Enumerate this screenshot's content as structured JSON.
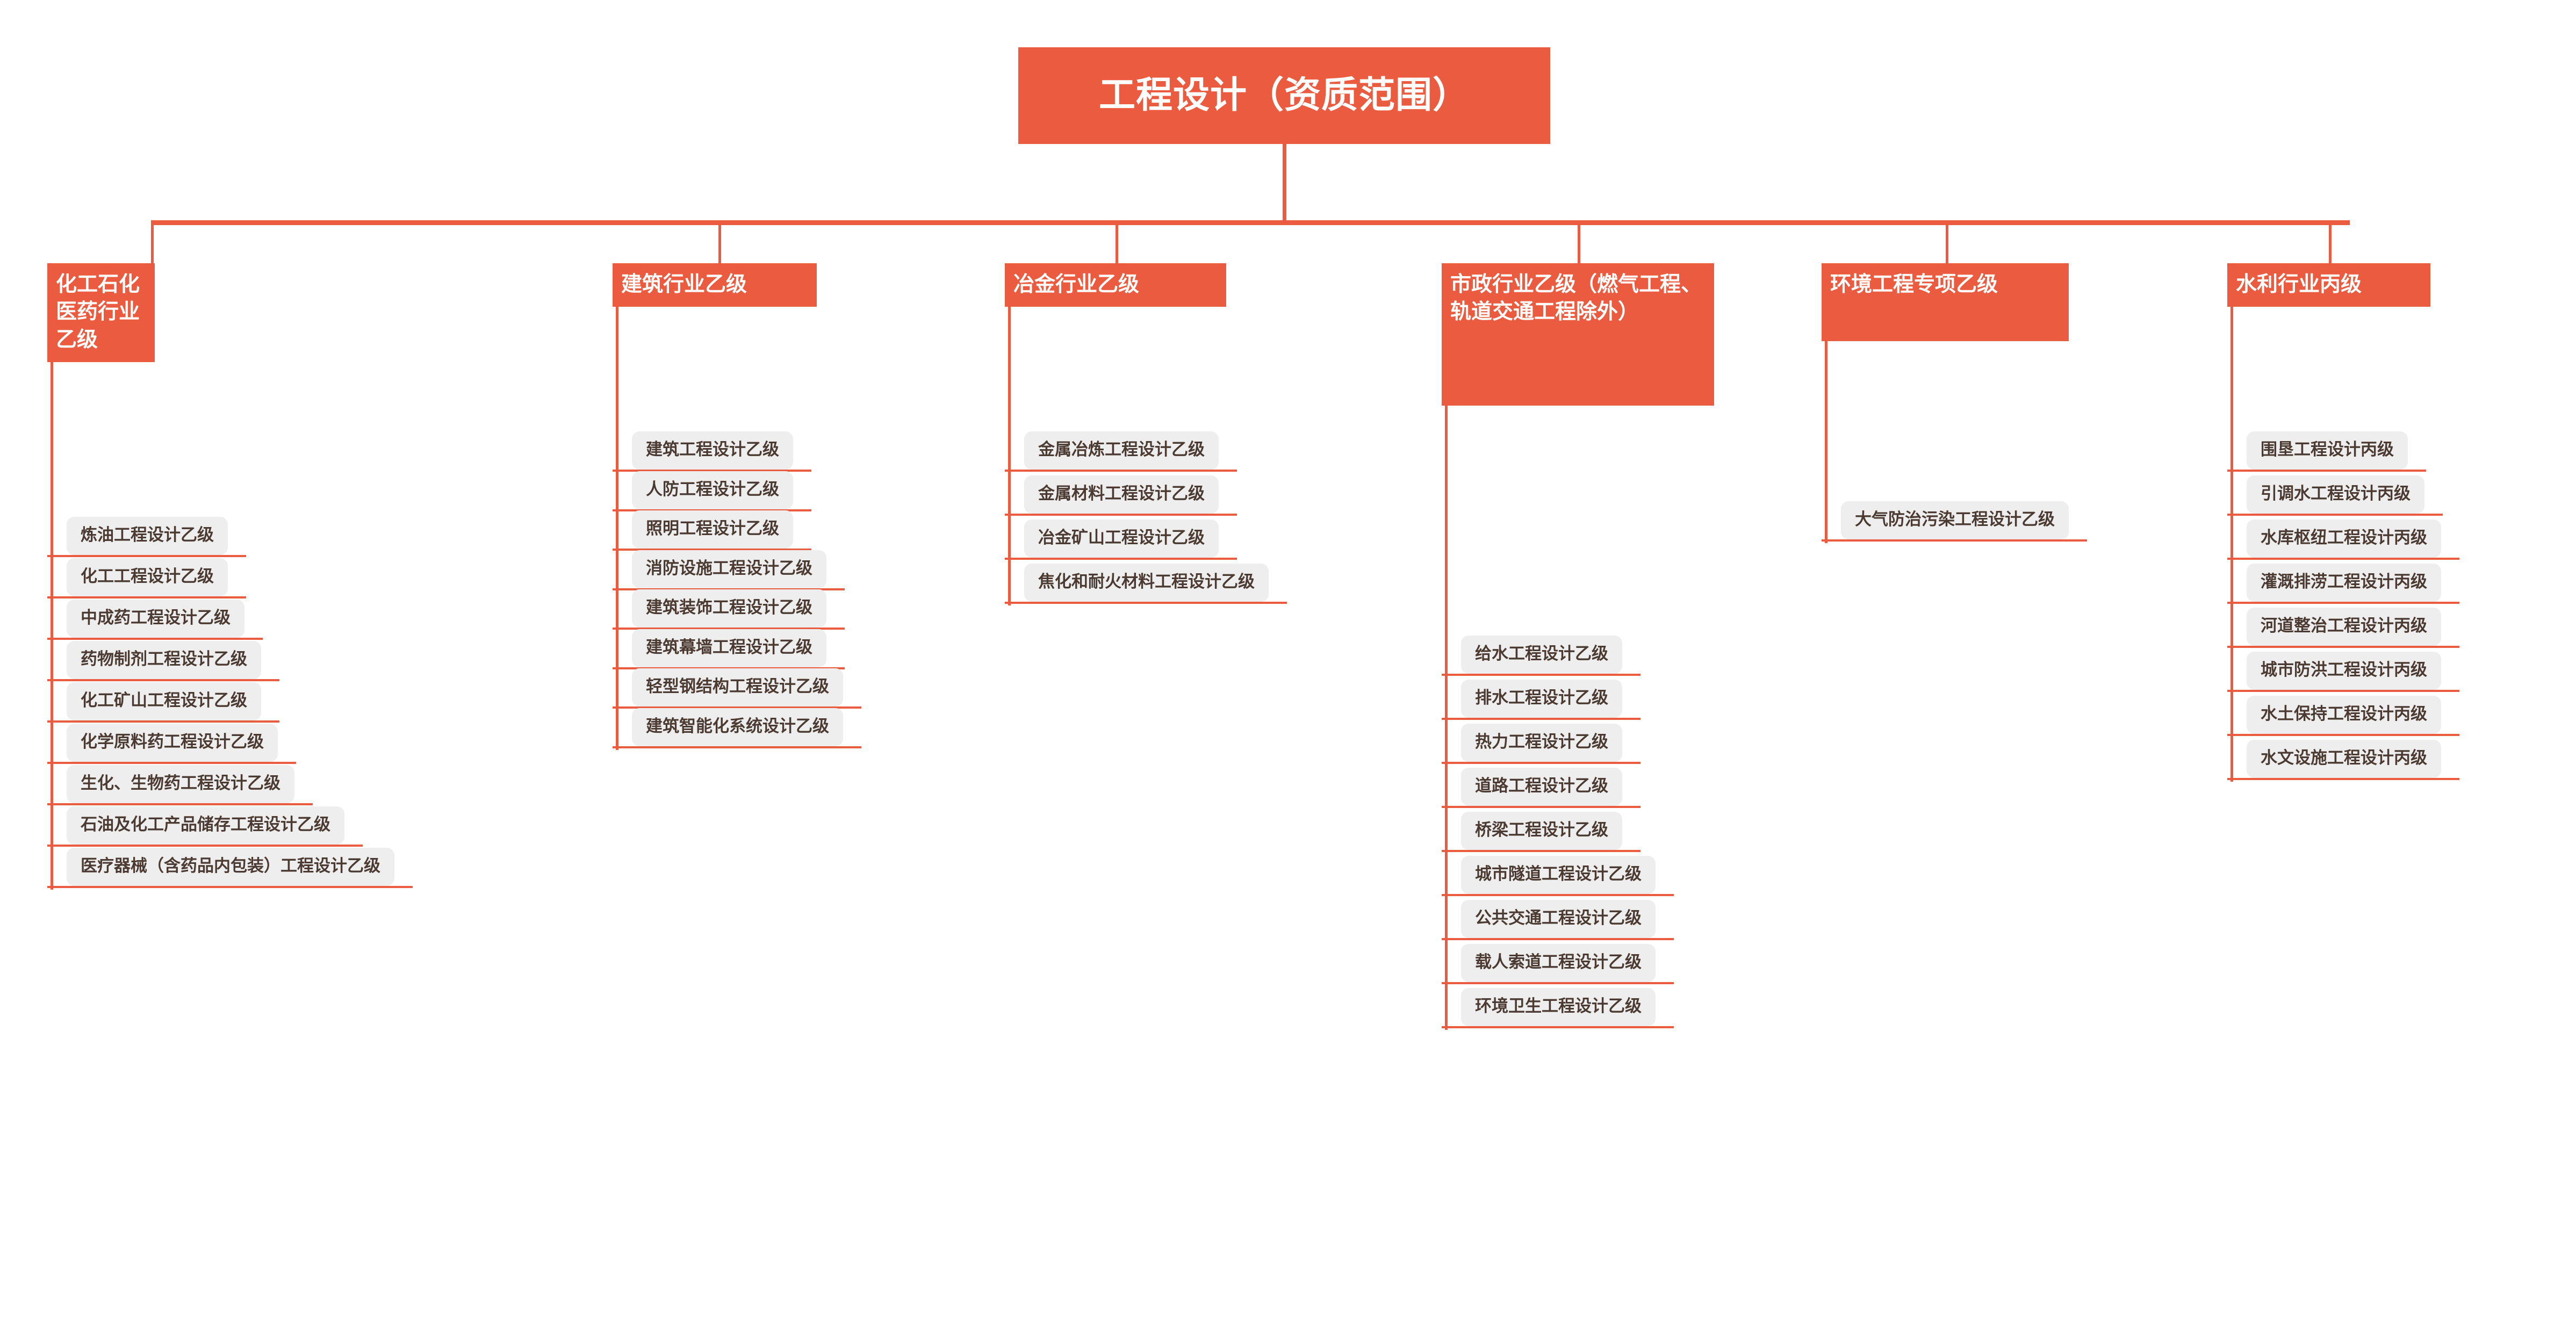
{
  "theme": {
    "accent": "#EA5B3F",
    "pill_background": "#EFEEEE",
    "pill_text": "#4B3A31",
    "header_text": "#FFFFFF",
    "page_background": "#FFFFFF"
  },
  "diagram": {
    "type": "org-chart",
    "root": {
      "label": "工程设计（资质范围）"
    },
    "branch_count": 6,
    "branches": [
      {
        "id": "chemical-petro-pharma",
        "label": "化工石化医药行业乙级",
        "items": [
          "炼油工程设计乙级",
          "化工工程设计乙级",
          "中成药工程设计乙级",
          "药物制剂工程设计乙级",
          "化工矿山工程设计乙级",
          "化学原料药工程设计乙级",
          "生化、生物药工程设计乙级",
          "石油及化工产品储存工程设计乙级",
          "医疗器械（含药品内包装）工程设计乙级"
        ]
      },
      {
        "id": "construction",
        "label": "建筑行业乙级",
        "items": [
          "建筑工程设计乙级",
          "人防工程设计乙级",
          "照明工程设计乙级",
          "消防设施工程设计乙级",
          "建筑装饰工程设计乙级",
          "建筑幕墙工程设计乙级",
          "轻型钢结构工程设计乙级",
          "建筑智能化系统设计乙级"
        ]
      },
      {
        "id": "metallurgy",
        "label": "冶金行业乙级",
        "items": [
          "金属冶炼工程设计乙级",
          "金属材料工程设计乙级",
          "冶金矿山工程设计乙级",
          "焦化和耐火材料工程设计乙级"
        ]
      },
      {
        "id": "municipal",
        "label": "市政行业乙级（燃气工程、轨道交通工程除外）",
        "items": [
          "给水工程设计乙级",
          "排水工程设计乙级",
          "热力工程设计乙级",
          "道路工程设计乙级",
          "桥梁工程设计乙级",
          "城市隧道工程设计乙级",
          "公共交通工程设计乙级",
          "载人索道工程设计乙级",
          "环境卫生工程设计乙级"
        ]
      },
      {
        "id": "environmental",
        "label": "环境工程专项乙级",
        "items": [
          "大气防治污染工程设计乙级"
        ]
      },
      {
        "id": "water-conservancy",
        "label": "水利行业丙级",
        "items": [
          "围垦工程设计丙级",
          "引调水工程设计丙级",
          "水库枢纽工程设计丙级",
          "灌溉排涝工程设计丙级",
          "河道整治工程设计丙级",
          "城市防洪工程设计丙级",
          "水土保持工程设计丙级",
          "水文设施工程设计丙级"
        ]
      }
    ]
  }
}
